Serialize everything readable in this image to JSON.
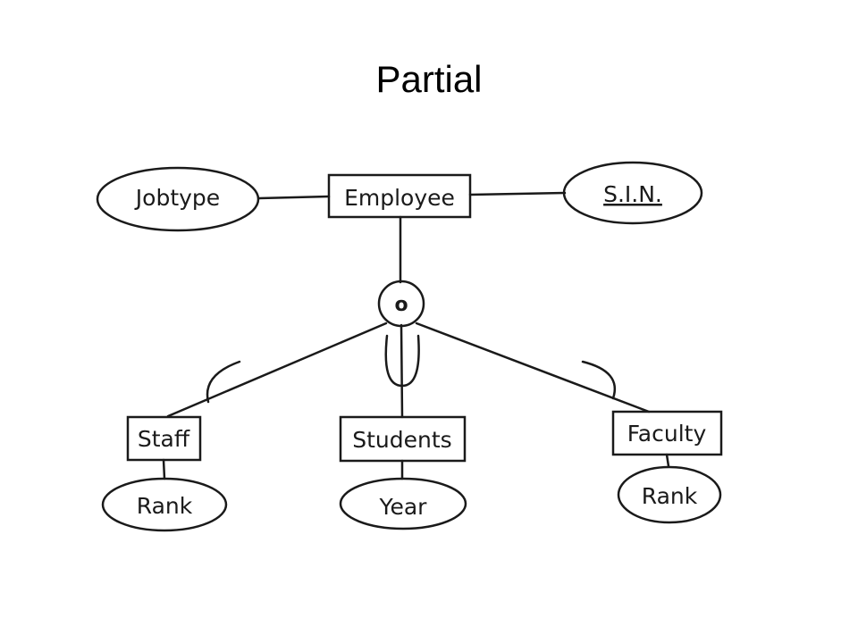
{
  "slide": {
    "title": "Partial"
  },
  "diagram": {
    "colors": {
      "stroke": "#1a1a1a",
      "background": "#ffffff"
    },
    "superclass": {
      "name": "Employee",
      "attributes": [
        {
          "name": "Jobtype",
          "key": false
        },
        {
          "name": "S.I.N.",
          "key": true
        }
      ]
    },
    "specialization": {
      "symbol": "o"
    },
    "subclasses": [
      {
        "name": "Staff",
        "attribute": "Rank"
      },
      {
        "name": "Students",
        "attribute": "Year"
      },
      {
        "name": "Faculty",
        "attribute": "Rank"
      }
    ]
  }
}
